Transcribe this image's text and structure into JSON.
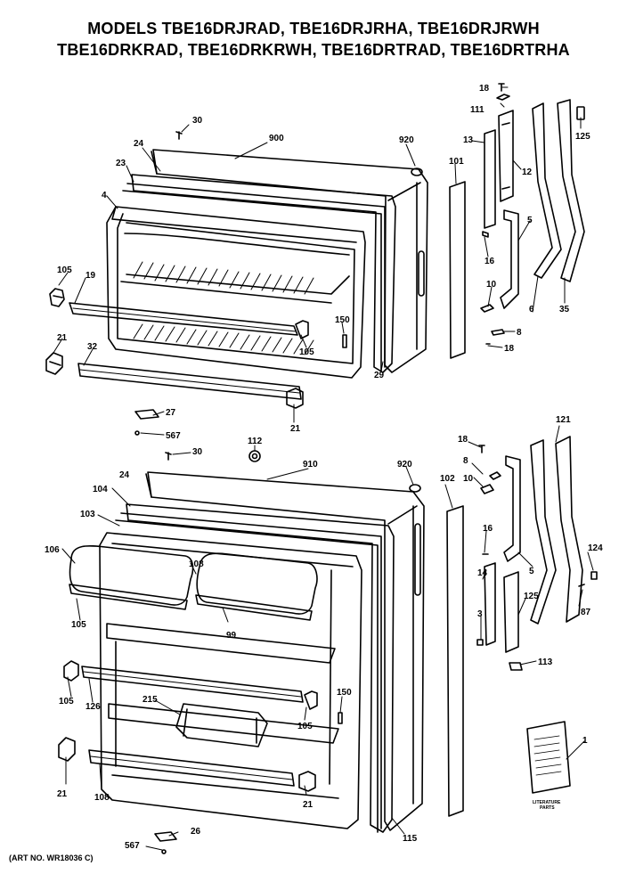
{
  "title": {
    "line1": "MODELS TBE16DRJRAD, TBE16DRJRHA, TBE16DRJRWH",
    "line2": "TBE16DRKRAD, TBE16DRKRWH, TBE16DRTRAD, TBE16DRTRHA"
  },
  "art_no": "(ART NO. WR18036 C)",
  "literature_label": [
    "LITERATURE",
    "PARTS"
  ],
  "part_numbers": {
    "freezer_door": [
      "30",
      "24",
      "900",
      "920",
      "23",
      "4",
      "105",
      "19",
      "21",
      "32",
      "150",
      "105",
      "29",
      "27",
      "567",
      "21",
      "112"
    ],
    "freezer_hinge": [
      "18",
      "111",
      "13",
      "12",
      "125",
      "101",
      "5",
      "16",
      "10",
      "6",
      "35",
      "8",
      "18"
    ],
    "fresh_food_door": [
      "30",
      "24",
      "910",
      "920",
      "104",
      "103",
      "106",
      "108",
      "105",
      "99",
      "105",
      "126",
      "215",
      "150",
      "105",
      "21",
      "108",
      "21",
      "26",
      "567",
      "115",
      "102"
    ],
    "fresh_food_hinge": [
      "18",
      "8",
      "10",
      "121",
      "16",
      "14",
      "5",
      "125",
      "124",
      "87",
      "3",
      "113",
      "1"
    ]
  }
}
